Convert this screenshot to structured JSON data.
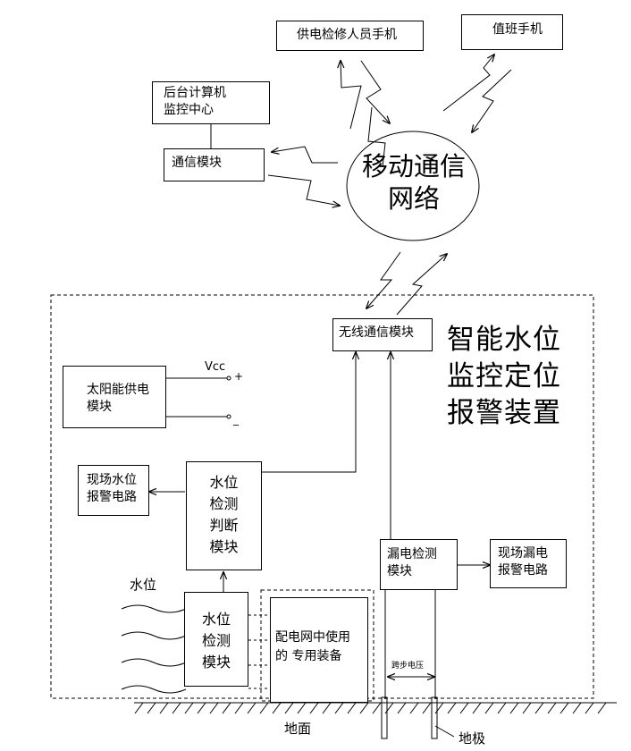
{
  "diagram": {
    "supply_staff_phone": "供电检修人员手机",
    "duty_phone": "值班手机",
    "backend_center": "后台计算机\n监控中心",
    "comm_module": "通信模块",
    "mobile_network": "移动通信\n网络",
    "wireless_module": "无线通信模块",
    "device_title": "智能水位\n监控定位\n报警装置",
    "vcc_label": "Vcc",
    "plus_sign": "+",
    "minus_sign": "_",
    "solar_supply": "太阳能供电\n模块",
    "field_water_alarm": "现场水位\n报警电路",
    "water_judge_module": "水位\n检测\n判断\n模块",
    "water_level_label": "水位",
    "water_detect_module": "水位\n检测\n模块",
    "dist_equipment": "配电网中使用\n的 专用装备",
    "leak_detect_module": "漏电检测\n模块",
    "field_leak_alarm": "现场漏电\n报警电路",
    "step_voltage": "跨步电压",
    "ground_label": "地面",
    "ground_pole_label": "地极"
  }
}
